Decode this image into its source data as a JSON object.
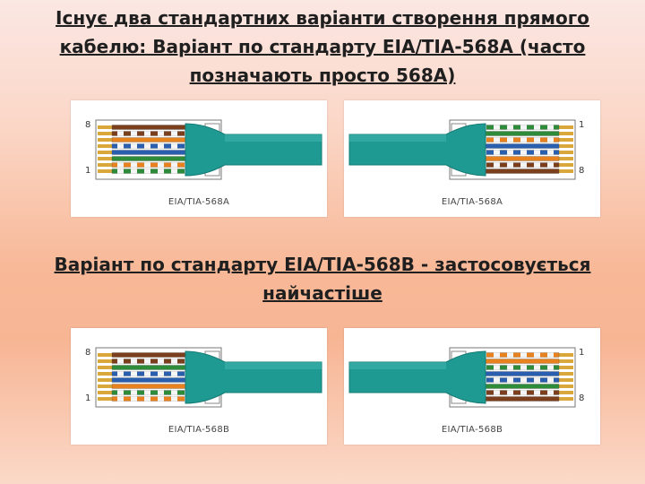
{
  "title_top": "Існує два стандартних варіанти створення прямого кабелю: Варіант по стандарту EIA/TIA-568A (часто позначають просто 568A)",
  "title_bottom": "Варіант по стандарту EIA/TIA-568B - застосовується найчастіше",
  "diagrams": [
    {
      "caption": "EIA/TIA-568A",
      "pin_top": "8",
      "pin_bottom": "1",
      "orientation": "left",
      "wires": [
        "brown",
        "brown-white",
        "orange",
        "blue-white",
        "blue",
        "green",
        "orange-white",
        "green-white"
      ]
    },
    {
      "caption": "EIA/TIA-568A",
      "pin_top": "1",
      "pin_bottom": "8",
      "orientation": "right",
      "wires": [
        "green-white",
        "green",
        "orange-white",
        "blue",
        "blue-white",
        "orange",
        "brown-white",
        "brown"
      ]
    },
    {
      "caption": "EIA/TIA-568B",
      "pin_top": "8",
      "pin_bottom": "1",
      "orientation": "left",
      "wires": [
        "brown",
        "brown-white",
        "green",
        "blue-white",
        "blue",
        "orange",
        "green-white",
        "orange-white"
      ]
    },
    {
      "caption": "EIA/TIA-568B",
      "pin_top": "1",
      "pin_bottom": "8",
      "orientation": "right",
      "wires": [
        "orange-white",
        "orange",
        "green-white",
        "blue",
        "blue-white",
        "green",
        "brown-white",
        "brown"
      ]
    }
  ],
  "colors": {
    "brown": "#7b3f1d",
    "orange": "#e8821e",
    "green": "#2e8b3a",
    "blue": "#2a5fb0",
    "white": "#f5f5f5",
    "cable": "#1f9a93",
    "cable_dark": "#157a74",
    "contact": "#d9a73a"
  }
}
